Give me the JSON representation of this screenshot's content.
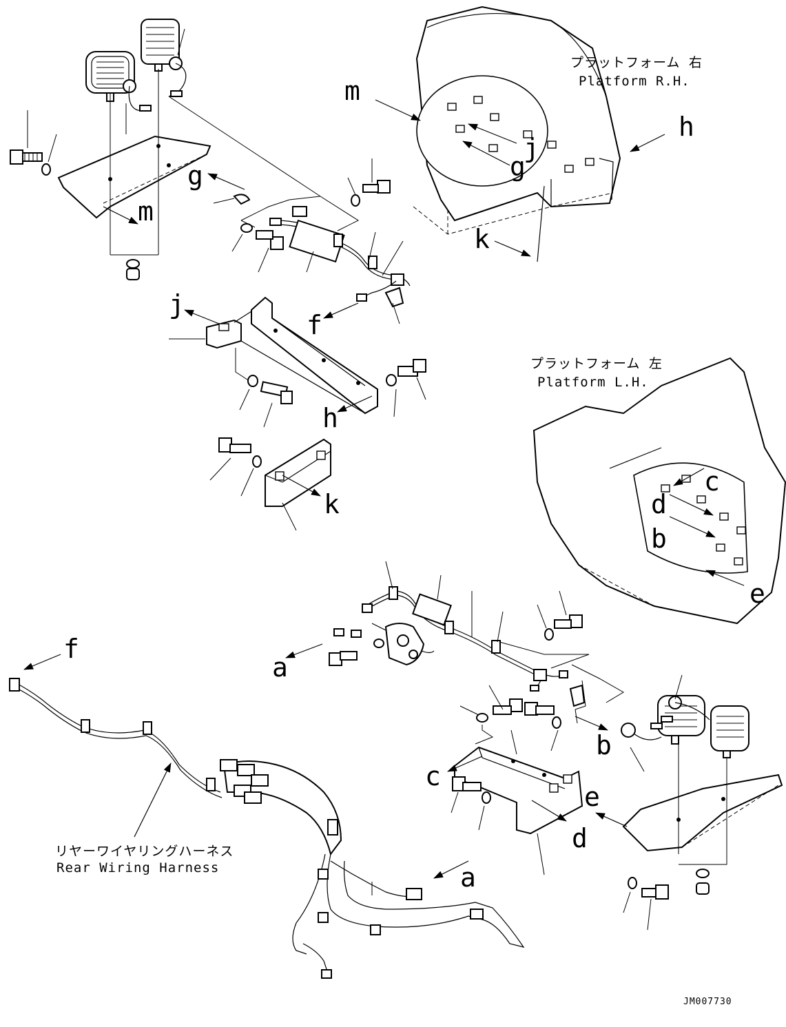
{
  "callouts": [
    "a",
    "b",
    "c",
    "d",
    "e",
    "f",
    "g",
    "h",
    "j",
    "k",
    "m"
  ],
  "captions": {
    "platform_rh_jp": "プラットフォーム 右",
    "platform_rh_en": "Platform R.H.",
    "platform_lh_jp": "プラットフォーム 左",
    "platform_lh_en": "Platform L.H.",
    "harness_jp": "リヤーワイヤリングハーネス",
    "harness_en": "Rear Wiring Harness"
  },
  "drawing_code": "JM007730"
}
